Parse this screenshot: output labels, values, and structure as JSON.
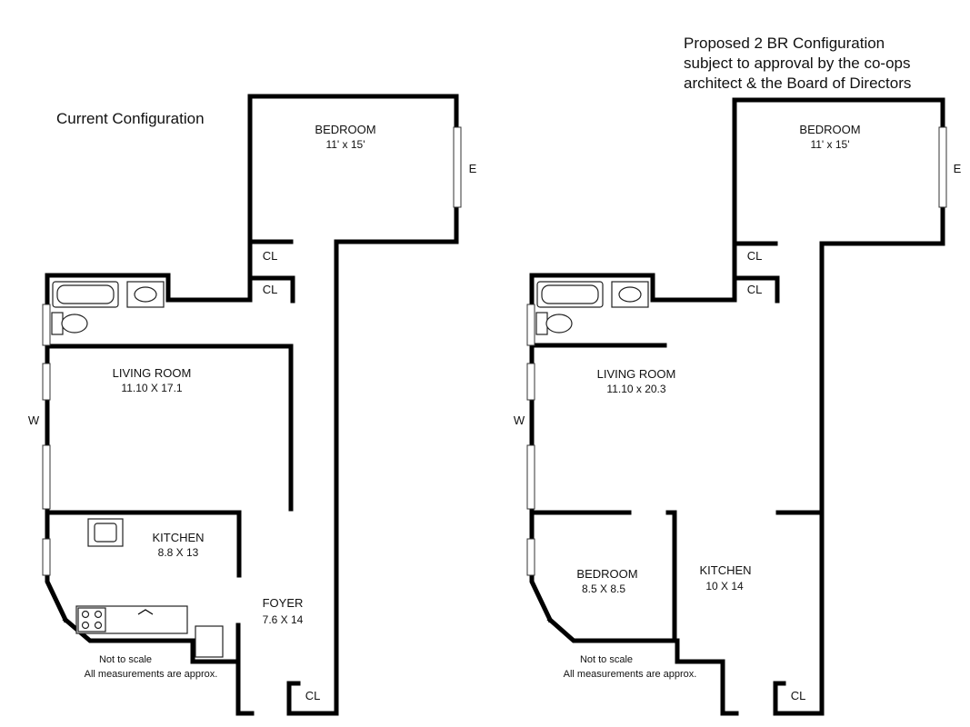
{
  "current": {
    "caption": "Current Configuration",
    "bedroom": {
      "name": "BEDROOM",
      "dims": "11' x 15'"
    },
    "closet_labels": [
      "CL",
      "CL",
      "CL"
    ],
    "living_room": {
      "name": "LIVING ROOM",
      "dims": "11.10 X 17.1"
    },
    "kitchen": {
      "name": "KITCHEN",
      "dims": "8.8 X 13"
    },
    "foyer": {
      "name": "FOYER",
      "dims": "7.6 X 14"
    },
    "note_line1": "Not to scale",
    "note_line2": "All measurements are approx.",
    "west": "W",
    "east": "E"
  },
  "proposed": {
    "caption_line1": "Proposed 2 BR Configuration",
    "caption_line2": "subject to approval by the co-ops",
    "caption_line3": "architect & the Board of Directors",
    "bedroom": {
      "name": "BEDROOM",
      "dims": "11' x 15'"
    },
    "closet_labels": [
      "CL",
      "CL",
      "CL"
    ],
    "living_room": {
      "name": "LIVING ROOM",
      "dims": "11.10 x 20.3"
    },
    "bedroom2": {
      "name": "BEDROOM",
      "dims": "8.5 X 8.5"
    },
    "kitchen": {
      "name": "KITCHEN",
      "dims": "10 X 14"
    },
    "note_line1": "Not to scale",
    "note_line2": "All measurements are approx.",
    "west": "W",
    "east": "E"
  }
}
